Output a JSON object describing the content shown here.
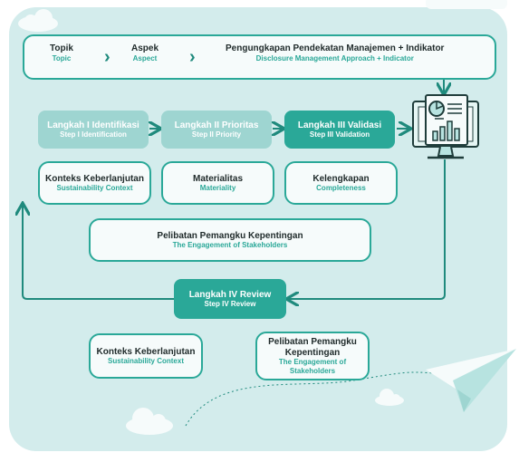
{
  "header": {
    "topik": "Topik",
    "topik_en": "Topic",
    "aspek": "Aspek",
    "aspek_en": "Aspect",
    "dma": "Pengungkapan Pendekatan Manajemen + Indikator",
    "dma_en": "Disclosure Management Approach + Indicator"
  },
  "steps": [
    {
      "label": "Langkah I Identifikasi",
      "label_en": "Step I Identification"
    },
    {
      "label": "Langkah II Prioritas",
      "label_en": "Step II Priority"
    },
    {
      "label": "Langkah III Validasi",
      "label_en": "Step III Validation"
    },
    {
      "label": "Langkah IV Review",
      "label_en": "Step IV Review"
    }
  ],
  "principles": [
    {
      "label": "Konteks Keberlanjutan",
      "label_en": "Sustainability Context"
    },
    {
      "label": "Materialitas",
      "label_en": "Materiality"
    },
    {
      "label": "Kelengkapan",
      "label_en": "Completeness"
    }
  ],
  "engagement": {
    "label": "Pelibatan Pemangku Kepentingan",
    "label_en": "The Engagement of Stakeholders"
  },
  "bottom": [
    {
      "label": "Konteks Keberlanjutan",
      "label_en": "Sustainability Context"
    },
    {
      "label": "Pelibatan Pemangku Kepentingan",
      "label_en": "The Engagement of Stakeholders"
    }
  ],
  "colors": {
    "background": "#d3ecec",
    "accent": "#2aa898",
    "step_light": "#9ed5d1",
    "step_dark": "#2aa898",
    "box_fill": "#f6fbfb"
  },
  "icons": [
    "report-monitor-icon",
    "paper-plane-icon",
    "cloud-icon"
  ]
}
